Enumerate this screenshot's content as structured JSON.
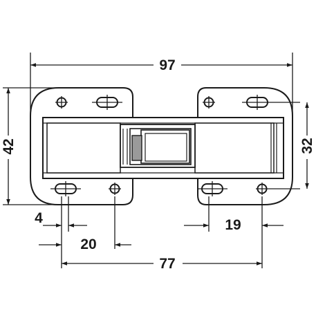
{
  "dimensions": {
    "overall_width": "97",
    "overall_height": "42",
    "mount_height": "32",
    "edge_offset": "4",
    "hole_offset_left": "20",
    "hole_offset_right": "19",
    "hole_spacing": "77"
  },
  "colors": {
    "line": "#1a1a1a",
    "part_fill": "#ffffff",
    "shadow": "#9a9a9a"
  }
}
